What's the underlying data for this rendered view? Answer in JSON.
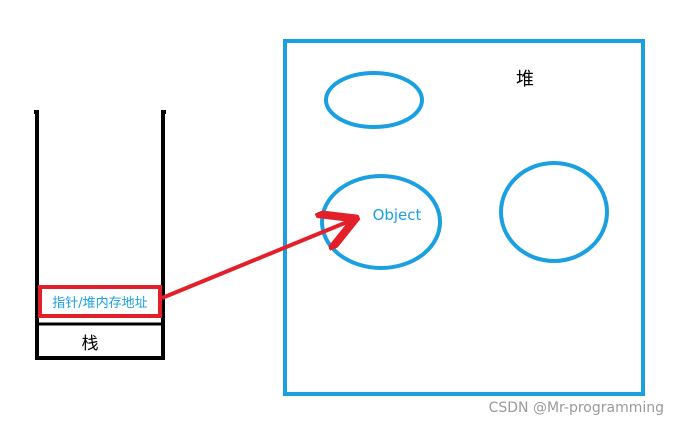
{
  "stack": {
    "label": "栈",
    "cell_text": "指针/堆内存地址"
  },
  "heap": {
    "label": "堆",
    "object_label": "Object"
  },
  "watermark": "CSDN @Mr-programming",
  "colors": {
    "blue": "#1aa0e0",
    "red": "#e3202a",
    "black": "#000000",
    "watermark": "#9a9a9a"
  }
}
